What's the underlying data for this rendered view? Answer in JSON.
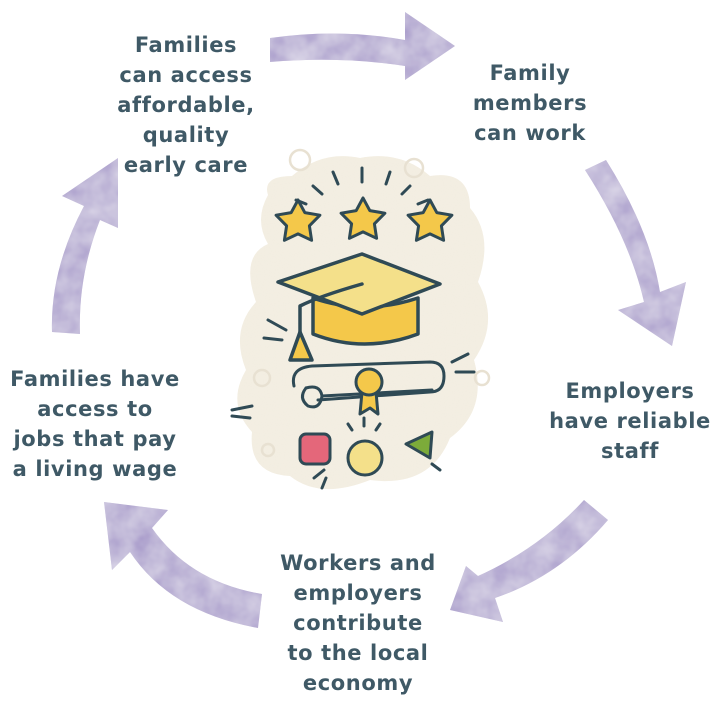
{
  "diagram": {
    "type": "cycle",
    "center_illustration": "graduation-cap-with-stars-and-diploma",
    "colors": {
      "arrow": "#a597c9",
      "arrow_light": "#c3b8e0",
      "text": "#3f5966",
      "paper": "#f4efe3",
      "ink": "#2f4a55",
      "gold": "#f4c84a",
      "red": "#e4677a",
      "green": "#7cab3a"
    },
    "nodes": [
      {
        "id": "access-care",
        "text": "Families\ncan access\naffordable,\nquality\nearly care"
      },
      {
        "id": "family-work",
        "text": "Family\nmembers\ncan work"
      },
      {
        "id": "reliable-staff",
        "text": "Employers\nhave reliable\nstaff"
      },
      {
        "id": "local-economy",
        "text": "Workers and\nemployers\ncontribute\nto the local\neconomy"
      },
      {
        "id": "living-wage",
        "text": "Families have\naccess to\njobs that pay\na living wage"
      }
    ]
  }
}
